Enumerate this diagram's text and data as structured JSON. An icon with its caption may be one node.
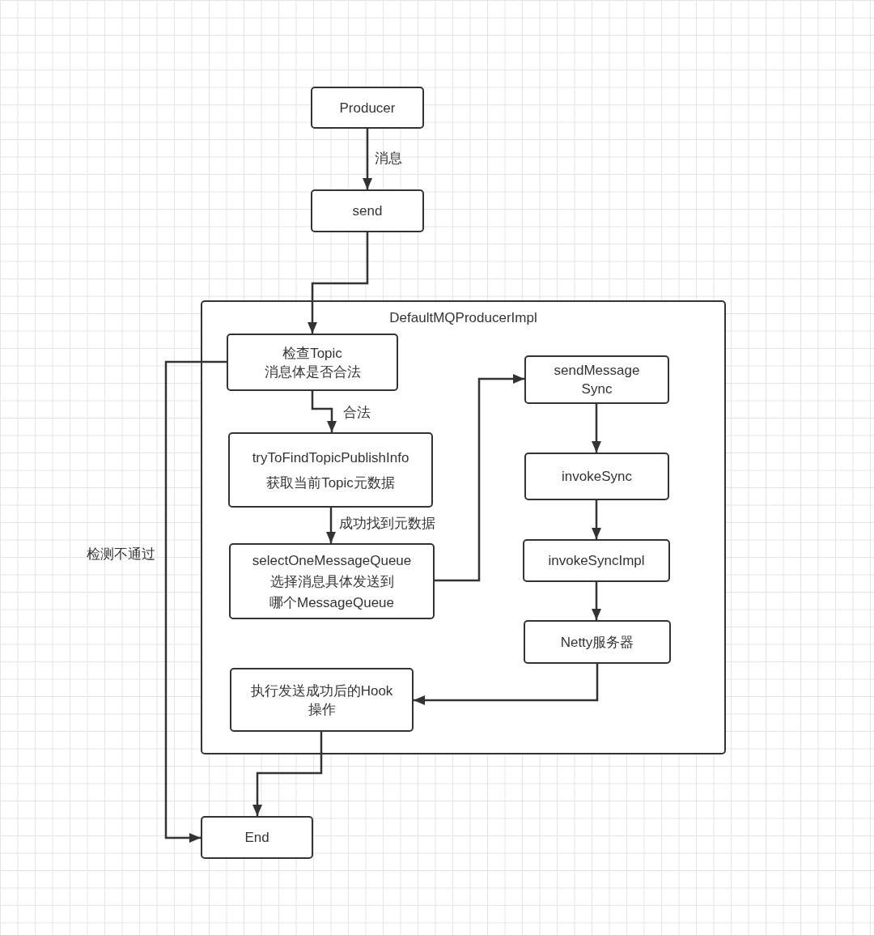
{
  "diagram": {
    "nodes": [
      {
        "text": [
          "Producer"
        ]
      },
      {
        "text": [
          "send"
        ]
      },
      {
        "text": [
          "DefaultMQProducerImpl"
        ]
      },
      {
        "text": [
          "检查Topic 消息体是否合法"
        ],
        "in": 2
      },
      {
        "text": [
          "tryToFindTopicPublishInfo",
          "获取当前Topic元数据"
        ],
        "in": 2
      },
      {
        "text": [
          "selectOneMessageQueue",
          "选择消息具体发送到",
          "哪个MessageQueue"
        ],
        "in": 2
      },
      {
        "text": [
          "sendMessage Sync"
        ],
        "in": 2
      },
      {
        "text": [
          "invokeSync"
        ],
        "in": 2
      },
      {
        "text": [
          "invokeSyncImpl"
        ],
        "in": 2
      },
      {
        "text": [
          "Netty服务器"
        ],
        "in": 2
      },
      {
        "text": [
          "执行发送成功后的Hook 操作"
        ],
        "in": 2
      },
      {
        "text": [
          "End"
        ]
      }
    ],
    "edges": [
      {
        "from": 0,
        "to": 1,
        "arrow": "to",
        "label": "消息"
      },
      {
        "from": 1,
        "to": 3,
        "arrow": "to"
      },
      {
        "from": 3,
        "to": 4,
        "arrow": "to",
        "label": "合法"
      },
      {
        "from": 4,
        "to": 5,
        "arrow": "to",
        "label": "成功找到元数据"
      },
      {
        "from": 5,
        "to": 6,
        "arrow": "to"
      },
      {
        "from": 6,
        "to": 7,
        "arrow": "to"
      },
      {
        "from": 7,
        "to": 8,
        "arrow": "to"
      },
      {
        "from": 8,
        "to": 9,
        "arrow": "to"
      },
      {
        "from": 9,
        "to": 10,
        "arrow": "to"
      },
      {
        "from": 10,
        "to": 11,
        "arrow": "to"
      },
      {
        "from": 3,
        "to": 11,
        "arrow": "to",
        "label": "检测不通过"
      }
    ]
  }
}
